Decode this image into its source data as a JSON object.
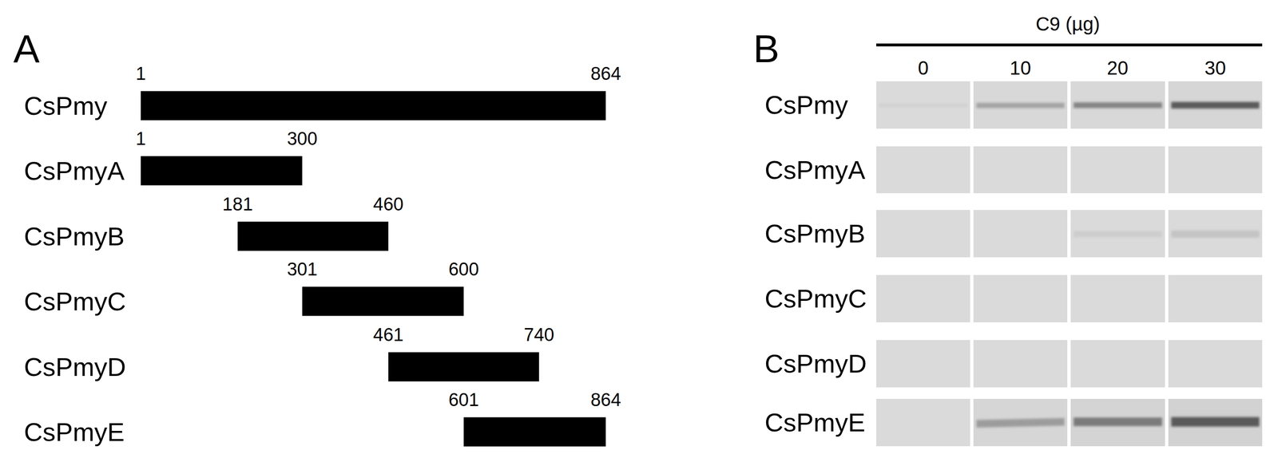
{
  "diagram": {
    "labels": [
      "A",
      "CsPmy",
      "1",
      "864",
      "CsPmyA",
      "1",
      "300",
      "CsPmyB",
      "181",
      "460",
      "CsPmyC",
      "301",
      "600",
      "CsPmyD",
      "461",
      "740",
      "CsPmyE",
      "601",
      "864",
      "B",
      "C9 (µg)",
      "0",
      "10",
      "20",
      "30",
      "CsPmy",
      "CsPmyA",
      "CsPmyB",
      "CsPmyC",
      "CsPmyD",
      "CsPmyE"
    ]
  }
}
